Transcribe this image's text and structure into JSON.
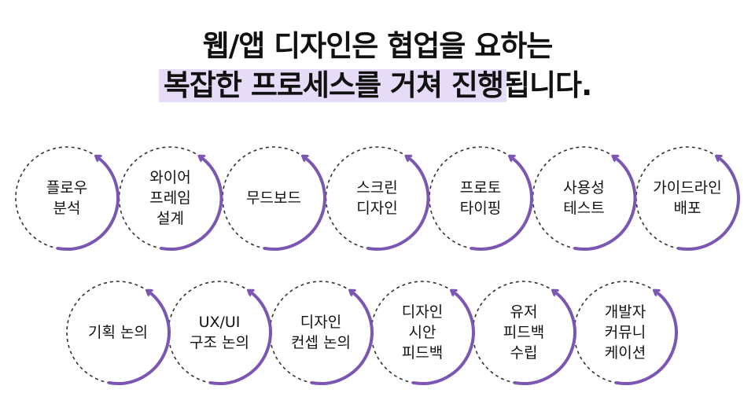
{
  "title": {
    "line1": "웹/앱 디자인은 협업을 요하는",
    "line2_highlight": "복잡한 프로세스를 거쳐 진행",
    "line2_rest": "됩니다."
  },
  "colors": {
    "accent": "#7b57b3",
    "highlight": "#e6dcf7",
    "dash": "#333333"
  },
  "row1": [
    {
      "label": "플로우\n분석"
    },
    {
      "label": "와이어\n프레임\n설계"
    },
    {
      "label": "무드보드"
    },
    {
      "label": "스크린\n디자인"
    },
    {
      "label": "프로토\n타이핑"
    },
    {
      "label": "사용성\n테스트"
    },
    {
      "label": "가이드라인\n배포"
    }
  ],
  "row2": [
    {
      "label": "기획 논의"
    },
    {
      "label": "UX/UI\n구조 논의"
    },
    {
      "label": "디자인\n컨셉 논의"
    },
    {
      "label": "디자인\n시안\n피드백"
    },
    {
      "label": "유저\n피드백\n수립"
    },
    {
      "label": "개발자\n커뮤니\n케이션"
    }
  ]
}
